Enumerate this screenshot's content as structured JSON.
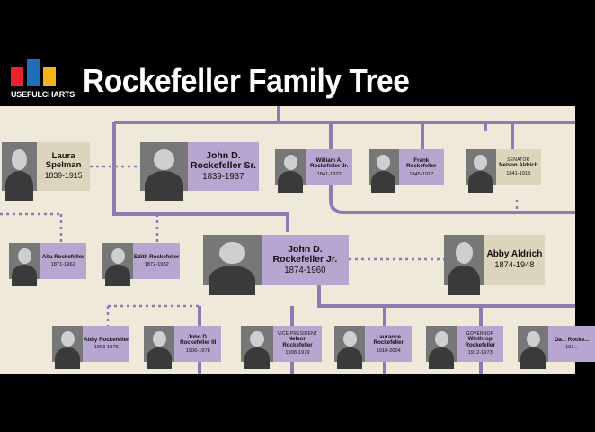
{
  "brand": {
    "name": "USEFULCHARTS",
    "colors": [
      "#e8232a",
      "#1f6fb8",
      "#f5b21a"
    ]
  },
  "title": "Rockefeller Family Tree",
  "colors": {
    "background": "#efe9da",
    "line": "#8e7bb4",
    "card_male": "#b7a6cf",
    "card_female": "#ddd4bd"
  },
  "people": [
    {
      "id": "laura",
      "name": "Laura Spelman",
      "years": "1839-1915",
      "style": "tan"
    },
    {
      "id": "jdr-sr",
      "name": "John D. Rockefeller Sr.",
      "years": "1839-1937",
      "style": "purple"
    },
    {
      "id": "william",
      "name": "William A. Rockefeller Jr.",
      "years": "1841-1922",
      "style": "purple"
    },
    {
      "id": "frank",
      "name": "Frank Rockefeller",
      "years": "1845-1917",
      "style": "purple"
    },
    {
      "id": "aldrich",
      "prefix": "SENATOR",
      "name": "Nelson Aldrich",
      "years": "1841-1915",
      "style": "tan"
    },
    {
      "id": "alta",
      "name": "Alta Rockefeller",
      "years": "1871-1962",
      "style": "purple"
    },
    {
      "id": "edith",
      "name": "Edith Rockefeller",
      "years": "1872-1932",
      "style": "purple"
    },
    {
      "id": "jdr-jr",
      "name": "John D. Rockefeller Jr.",
      "years": "1874-1960",
      "style": "purple"
    },
    {
      "id": "abby-aldrich",
      "name": "Abby Aldrich",
      "years": "1874-1948",
      "style": "tan"
    },
    {
      "id": "abby",
      "name": "Abby Rockefeller",
      "years": "1903-1976",
      "style": "purple"
    },
    {
      "id": "jdr-3",
      "name": "John D. Rockefeller III",
      "years": "1906-1978",
      "style": "purple"
    },
    {
      "id": "nelson",
      "prefix": "VICE PRESIDENT",
      "name": "Nelson Rockefeller",
      "years": "1908-1979",
      "style": "purple"
    },
    {
      "id": "laurance",
      "name": "Laurance Rockefeller",
      "years": "1910-2004",
      "style": "purple"
    },
    {
      "id": "winthrop",
      "prefix": "GOVERNOR",
      "name": "Winthrop Rockefeller",
      "years": "1912-1973",
      "style": "purple"
    },
    {
      "id": "david",
      "name": "Da... Rocke...",
      "years": "191...",
      "style": "purple"
    }
  ]
}
